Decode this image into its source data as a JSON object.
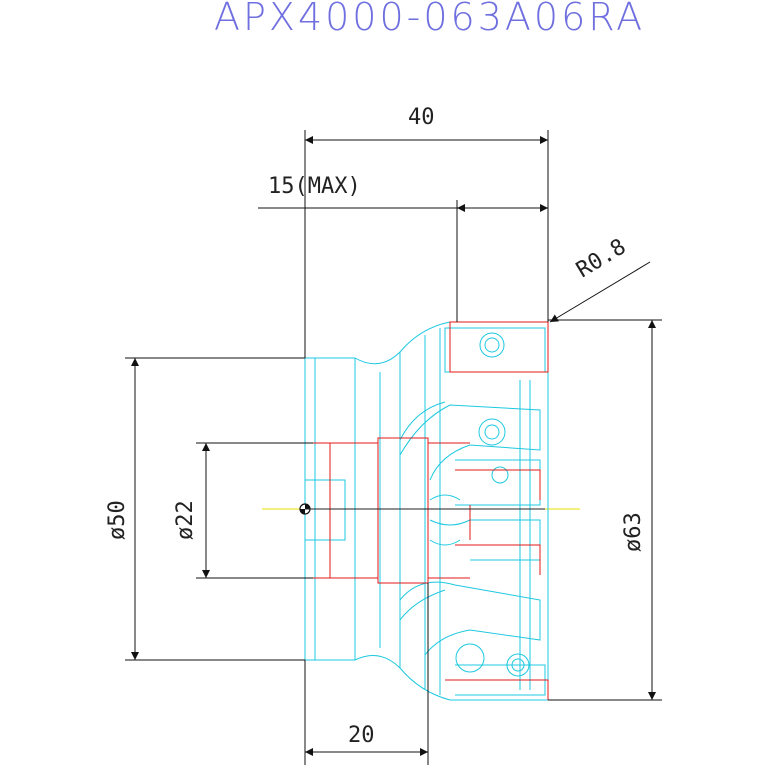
{
  "drawing": {
    "title": "APX4000-063A06RA",
    "dimensions": {
      "overall_length": "40",
      "max_depth": "15(MAX)",
      "corner_radius": "R0.8",
      "shank_diameter": "ø50",
      "bore_diameter": "ø22",
      "cutting_diameter": "ø63",
      "flange_length": "20"
    },
    "colors": {
      "title": "#6f6fe0",
      "body_outline": "#1ec8e0",
      "hidden_lines": "#e01818",
      "dimension_lines": "#111111",
      "center_line": "#e8e000"
    }
  }
}
